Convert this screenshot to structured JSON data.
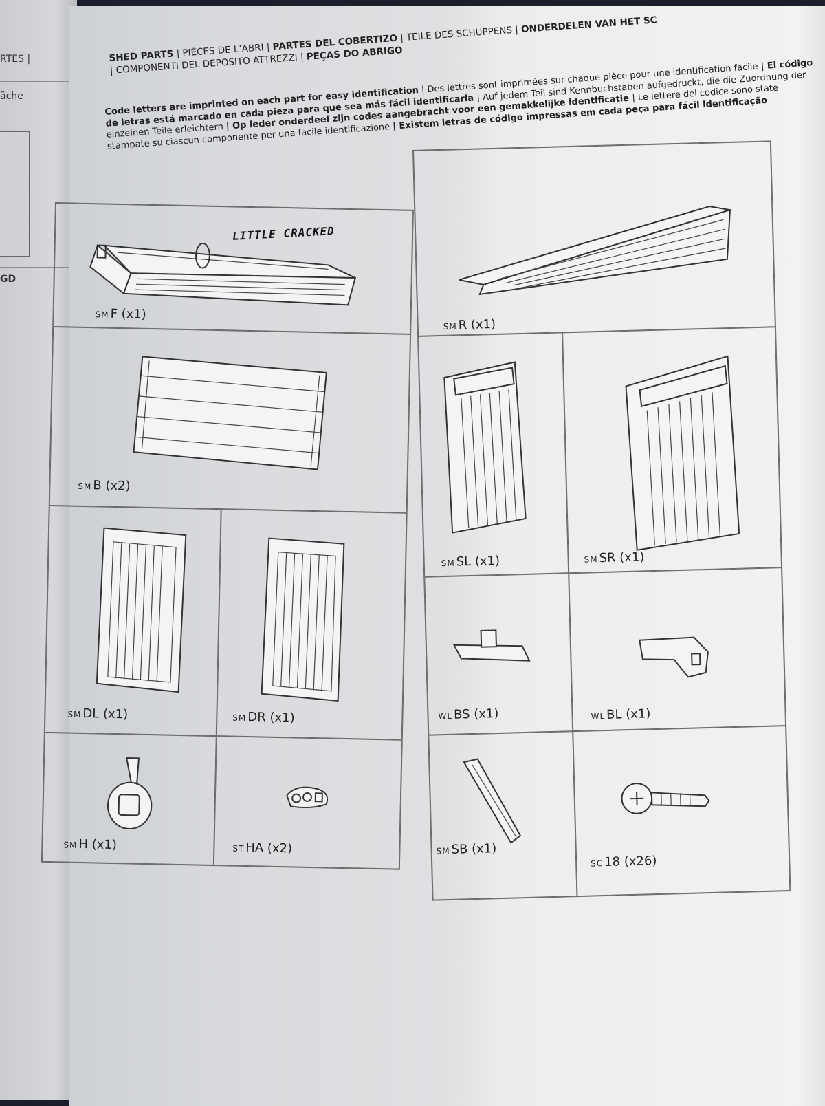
{
  "left_page": {
    "fragments": [
      "RTES |",
      "äche",
      "GD"
    ]
  },
  "heading": {
    "parts": [
      {
        "text": "SHED PARTS",
        "bold": true
      },
      {
        "text": " | PIÈCES DE L’ABRI | ",
        "bold": false
      },
      {
        "text": "PARTES DEL COBERTIZO",
        "bold": true
      },
      {
        "text": " | TEILE DES SCHUPPENS | ",
        "bold": false
      },
      {
        "text": "ONDERDELEN VAN HET SC",
        "bold": true
      }
    ],
    "line2_a": "| COMPONENTI DEL DEPOSITO ATTREZZI | ",
    "line2_b": "PEÇAS DO ABRIGO"
  },
  "intro": {
    "en": "Code letters are imprinted on each part for easy identification",
    "fr": " | Des lettres sont imprimées sur chaque pièce pour une identification facile ",
    "es": "| El código de letras está marcado en cada pieza para que sea más fácil identificarla ",
    "de": "| Auf jedem Teil sind Kennbuchstaben aufgedruckt, die die Zuordnung der einzelnen Teile erleichtern ",
    "nl": "| Op ieder onderdeel zijn codes aangebracht voor een gemakkelijke identificatie ",
    "it": "| Le lettere del codice sono state stampate su ciascun componente per una facile identificazione ",
    "pt": "| Existem letras de código impressas em cada peça para fácil identificação"
  },
  "handwritten_note": "LITTLE CRACKED",
  "parts": {
    "F": {
      "code": "SM",
      "label": "F (x1)"
    },
    "R": {
      "code": "SM",
      "label": "R (x1)"
    },
    "B": {
      "code": "SM",
      "label": "B (x2)"
    },
    "SL": {
      "code": "SM",
      "label": "SL (x1)"
    },
    "SR": {
      "code": "SM",
      "label": "SR (x1)"
    },
    "DL": {
      "code": "SM",
      "label": "DL (x1)"
    },
    "DR": {
      "code": "SM",
      "label": "DR (x1)"
    },
    "BS": {
      "code": "WL",
      "label": "BS (x1)"
    },
    "BL": {
      "code": "WL",
      "label": "BL (x1)"
    },
    "H": {
      "code": "SM",
      "label": "H (x1)"
    },
    "HA": {
      "code": "ST",
      "label": "HA (x2)"
    },
    "SB": {
      "code": "SM",
      "label": "SB (x1)"
    },
    "S18": {
      "code": "SC",
      "label": "18 (x26)"
    }
  }
}
